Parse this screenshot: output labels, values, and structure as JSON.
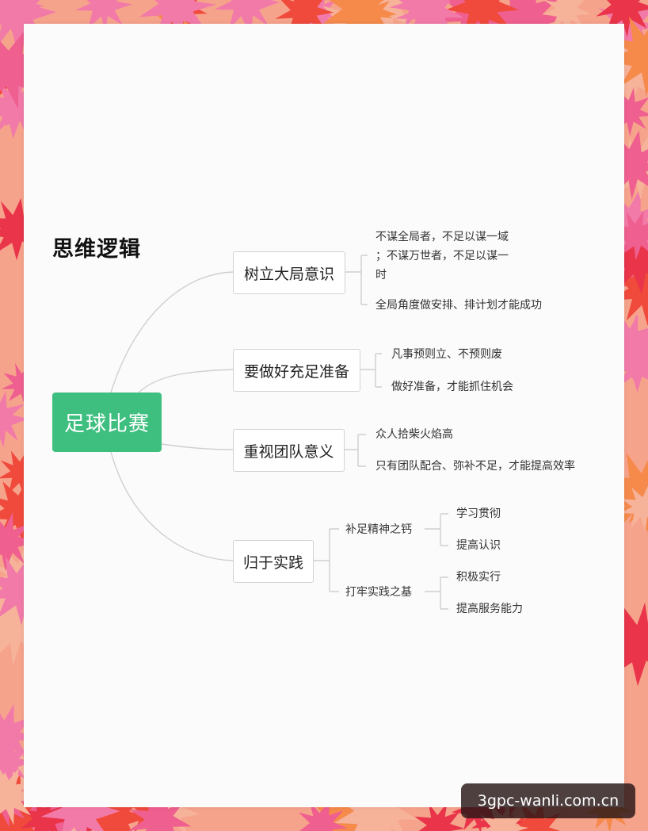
{
  "diagram": {
    "title": "思维逻辑",
    "central": "足球比赛",
    "branches": [
      {
        "label": "树立大局意识",
        "leaves": [
          "不谋全局者，不足以谋一域",
          "；不谋万世者，不足以谋一",
          "时",
          "全局角度做安排、排计划才能成功"
        ]
      },
      {
        "label": "要做好充足准备",
        "leaves": [
          "凡事预则立、不预则废",
          "做好准备，才能抓住机会"
        ]
      },
      {
        "label": "重视团队意义",
        "leaves": [
          "众人拾柴火焰高",
          "只有团队配合、弥补不足，才能提高效率"
        ]
      },
      {
        "label": "归于实践",
        "subs": [
          {
            "label": "补足精神之钙",
            "leaves": [
              "学习贯彻",
              "提高认识"
            ]
          },
          {
            "label": "打牢实践之基",
            "leaves": [
              "积极实行",
              "提高服务能力"
            ]
          }
        ]
      }
    ]
  },
  "watermark": "3gpc-wanli.com.cn",
  "colors": {
    "central": "#3fbf7f",
    "frame": "#f6a38c",
    "card": "#fbfbfb"
  }
}
